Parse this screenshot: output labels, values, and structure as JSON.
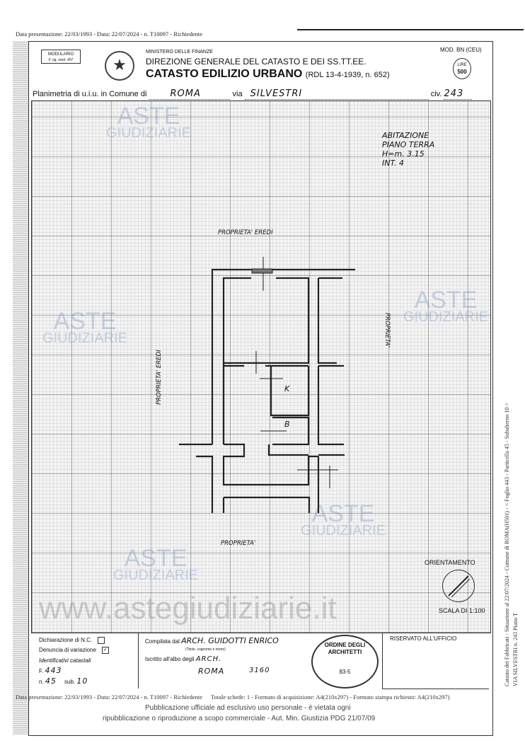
{
  "header_strip": "Data presentazione: 22/03/1993 - Data: 22/07/2024 - n. T10097 - Richiedente",
  "modulario": {
    "title": "MODULARIO",
    "sub": "F. rig. rend. 497"
  },
  "ministero": "MINISTERO DELLE FINANZE",
  "direzione": "DIREZIONE GENERALE DEL CATASTO E DEI SS.TT.EE.",
  "catasto": "CATASTO EDILIZIO URBANO",
  "rdl": "(RDL 13-4-1939, n. 652)",
  "mod": "MOD. BN (CEU)",
  "lire": {
    "label": "LIRE",
    "value": "500"
  },
  "planimetria": {
    "prefix": "Planimetria di u.i.u. in Comune di",
    "comune": "ROMA",
    "via_label": "via",
    "via": "SILVESTRI",
    "civ_label": "civ.",
    "civ": "243"
  },
  "note": [
    "ABITAZIONE",
    "PIANO TERRA",
    "H=m. 3.15",
    "INT. 4"
  ],
  "plan_labels": {
    "top": "PROPRIETA' EREDI",
    "left": "PROPRIETA' EREDI",
    "right": "PROPRIETA'",
    "bottom": "PROPRIETA'",
    "kitchen": "K",
    "bath": "B"
  },
  "watermark": {
    "line1": "ASTE",
    "line2": "GIUDIZIARIE",
    "site": "www.astegiudiziarie.it"
  },
  "orientamento": "ORIENTAMENTO",
  "scala": "SCALA DI 1:100",
  "bottom": {
    "dichiarazione": "Dichiarazione di N.C.",
    "denuncia": "Denuncia di variazione",
    "compilata_label": "Compilata dal",
    "compilata": "ARCH. GUIDOTTI ENRICO",
    "compilata_sub": "(Titolo, cognome e nome)",
    "iscritto": "Iscritto all'albo degli",
    "iscritto_val": "ARCH.",
    "di": "ROMA",
    "num": "3160",
    "identificativi": "Identificativi catastali",
    "foglio_label": "F.",
    "foglio": "443",
    "n_label": "n.",
    "n": "45",
    "sub_label": "sub.",
    "sub": "10",
    "riservato": "RISERVATO ALL'UFFICIO",
    "stamp_text": "ORDINE DEGLI ARCHITETTI",
    "stamp_num": "83-5"
  },
  "overlay": {
    "line1": "Data presentazione: 22/03/1993 - Data: 22/07/2024 - n. T10097 - Richiedente",
    "line2": "Totale schede: 1 - Formato di acquisizione: A4(210x297) - Formato stampa richiesto: A4(210x297)",
    "line3": "Pubblicazione ufficiale ad esclusivo uso personale - è vietata ogni",
    "line4": "ripubblicazione o riproduzione a scopo commerciale - Aut. Min. Giustizia PDG 21/07/09"
  },
  "side": {
    "line1": "Catasto dei Fabbricati - Situazione al 22/07/2024 - Comune di ROMA(H501) - < Foglio 443 - Particella 45 - Subalterno 10 >",
    "line2": "VIA SILVESTRI n. 243 Piano T"
  }
}
